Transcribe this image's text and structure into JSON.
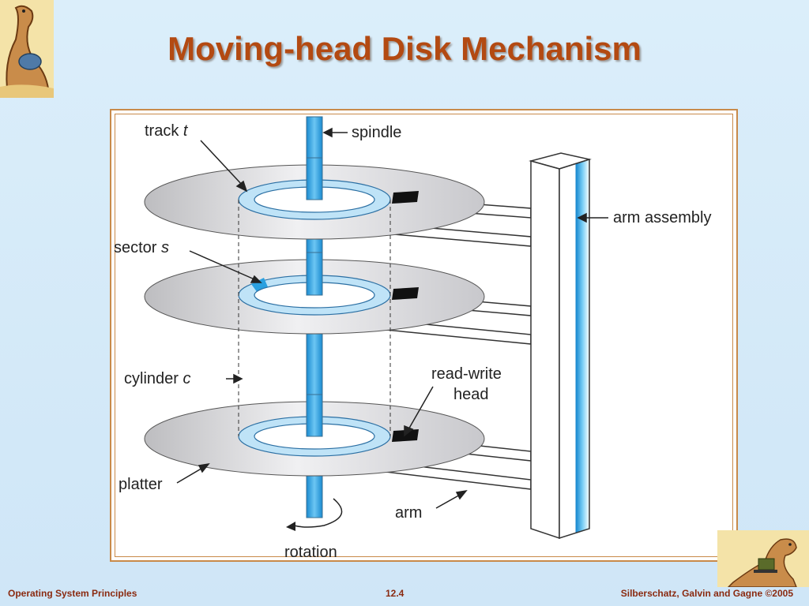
{
  "slide": {
    "title": "Moving-head Disk Mechanism",
    "footer_left": "Operating System Principles",
    "footer_center": "12.4",
    "footer_right": "Silberschatz, Galvin and Gagne ©2005"
  },
  "diagram": {
    "labels": {
      "track": "track",
      "track_var": "t",
      "spindle": "spindle",
      "arm_assembly": "arm assembly",
      "sector": "sector",
      "sector_var": "s",
      "cylinder": "cylinder",
      "cylinder_var": "c",
      "read_write_1": "read-write",
      "read_write_2": "head",
      "platter": "platter",
      "arm": "arm",
      "rotation": "rotation"
    },
    "colors": {
      "spindle": "#2aa0e0",
      "track": "#bfe3f7",
      "sector": "#2aa0e0",
      "platter": "#d8d8da",
      "title": "#b34a12"
    },
    "icons": [
      "dinosaur-logo-icon",
      "dinosaur-laptop-icon"
    ]
  }
}
